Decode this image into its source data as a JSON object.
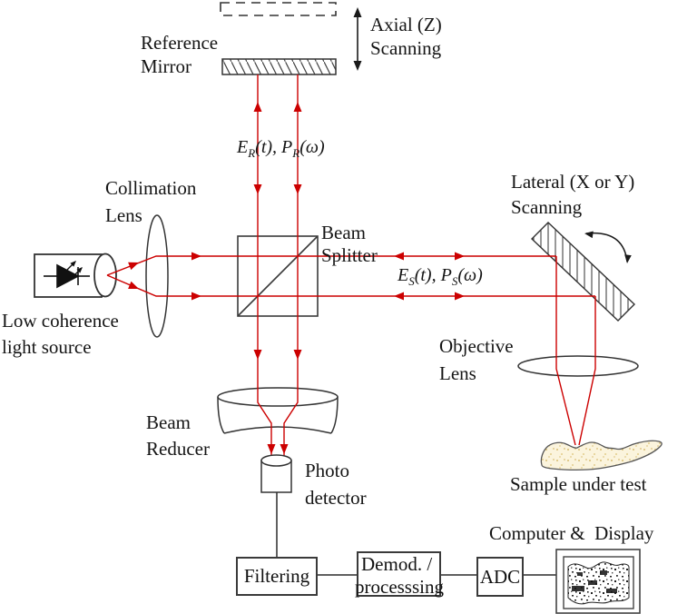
{
  "colors": {
    "beam_red": "#cc0000",
    "line_black": "#2b2b2b",
    "sample_fill": "#fbf4dd",
    "speckle": "#d9be74"
  },
  "labels": {
    "reference_mirror": {
      "line1": "Reference",
      "line2": "Mirror"
    },
    "axial_scanning": {
      "line1": "Axial (Z)",
      "line2": "Scanning"
    },
    "collimation_lens": {
      "line1": "Collimation",
      "line2": "Lens"
    },
    "low_coherence": {
      "line1": "Low coherence",
      "line2": "light source"
    },
    "beam_splitter": {
      "line1": "Beam",
      "line2": "Splitter"
    },
    "lateral_scanning": {
      "line1": "Lateral (X or Y)",
      "line2": "Scanning"
    },
    "objective_lens": {
      "line1": "Objective",
      "line2": "Lens"
    },
    "sample_under_test": "Sample under test",
    "beam_reducer": {
      "line1": "Beam",
      "line2": "Reducer"
    },
    "photo_detector": {
      "line1": "Photo",
      "line2": "detector"
    },
    "computer_display": "Computer &  Display",
    "er": {
      "base1": "E",
      "sub1": "R",
      "mid": "(t), P",
      "sub2": "R",
      "tail": "(ω)"
    },
    "es": {
      "base1": "E",
      "sub1": "S",
      "mid": "(t), P",
      "sub2": "S",
      "tail": "(ω)"
    }
  },
  "boxes": {
    "filtering": "Filtering",
    "demod": {
      "line1": "Demod. /",
      "line2": "processsing"
    },
    "adc": "ADC"
  }
}
